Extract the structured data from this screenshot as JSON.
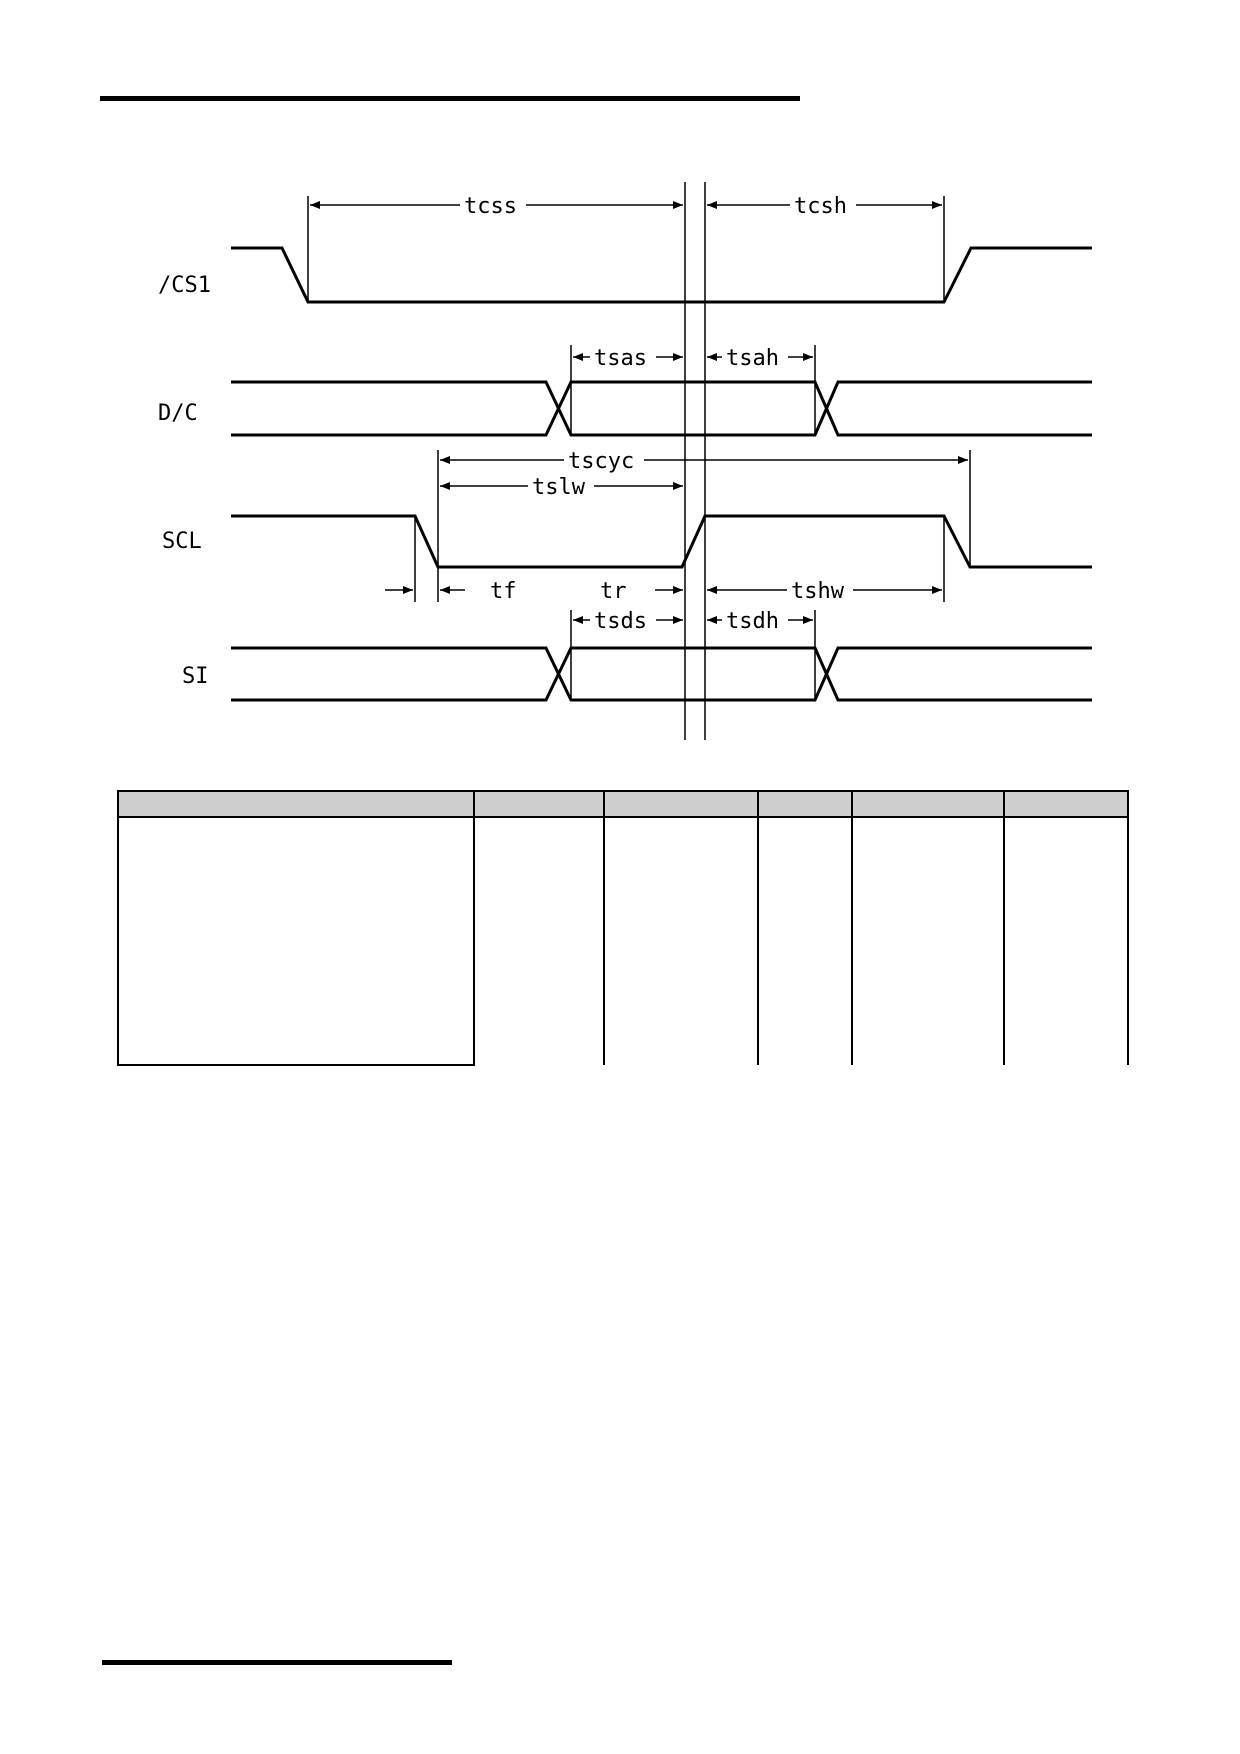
{
  "signals": [
    {
      "id": "cs1",
      "label": "/CS1"
    },
    {
      "id": "dc",
      "label": "D/C"
    },
    {
      "id": "scl",
      "label": "SCL"
    },
    {
      "id": "si",
      "label": "SI"
    }
  ],
  "timing_labels": {
    "tcss": "tcss",
    "tcsh": "tcsh",
    "tsas": "tsas",
    "tsah": "tsah",
    "tscyc": "tscyc",
    "tslw": "tslw",
    "tf": "tf",
    "tr": "tr",
    "tshw": "tshw",
    "tsds": "tsds",
    "tsdh": "tsdh"
  },
  "table": {
    "header_cells": [
      "",
      "",
      "",
      "",
      "",
      ""
    ],
    "row_cells": [
      "",
      "",
      "",
      "",
      "",
      ""
    ]
  }
}
